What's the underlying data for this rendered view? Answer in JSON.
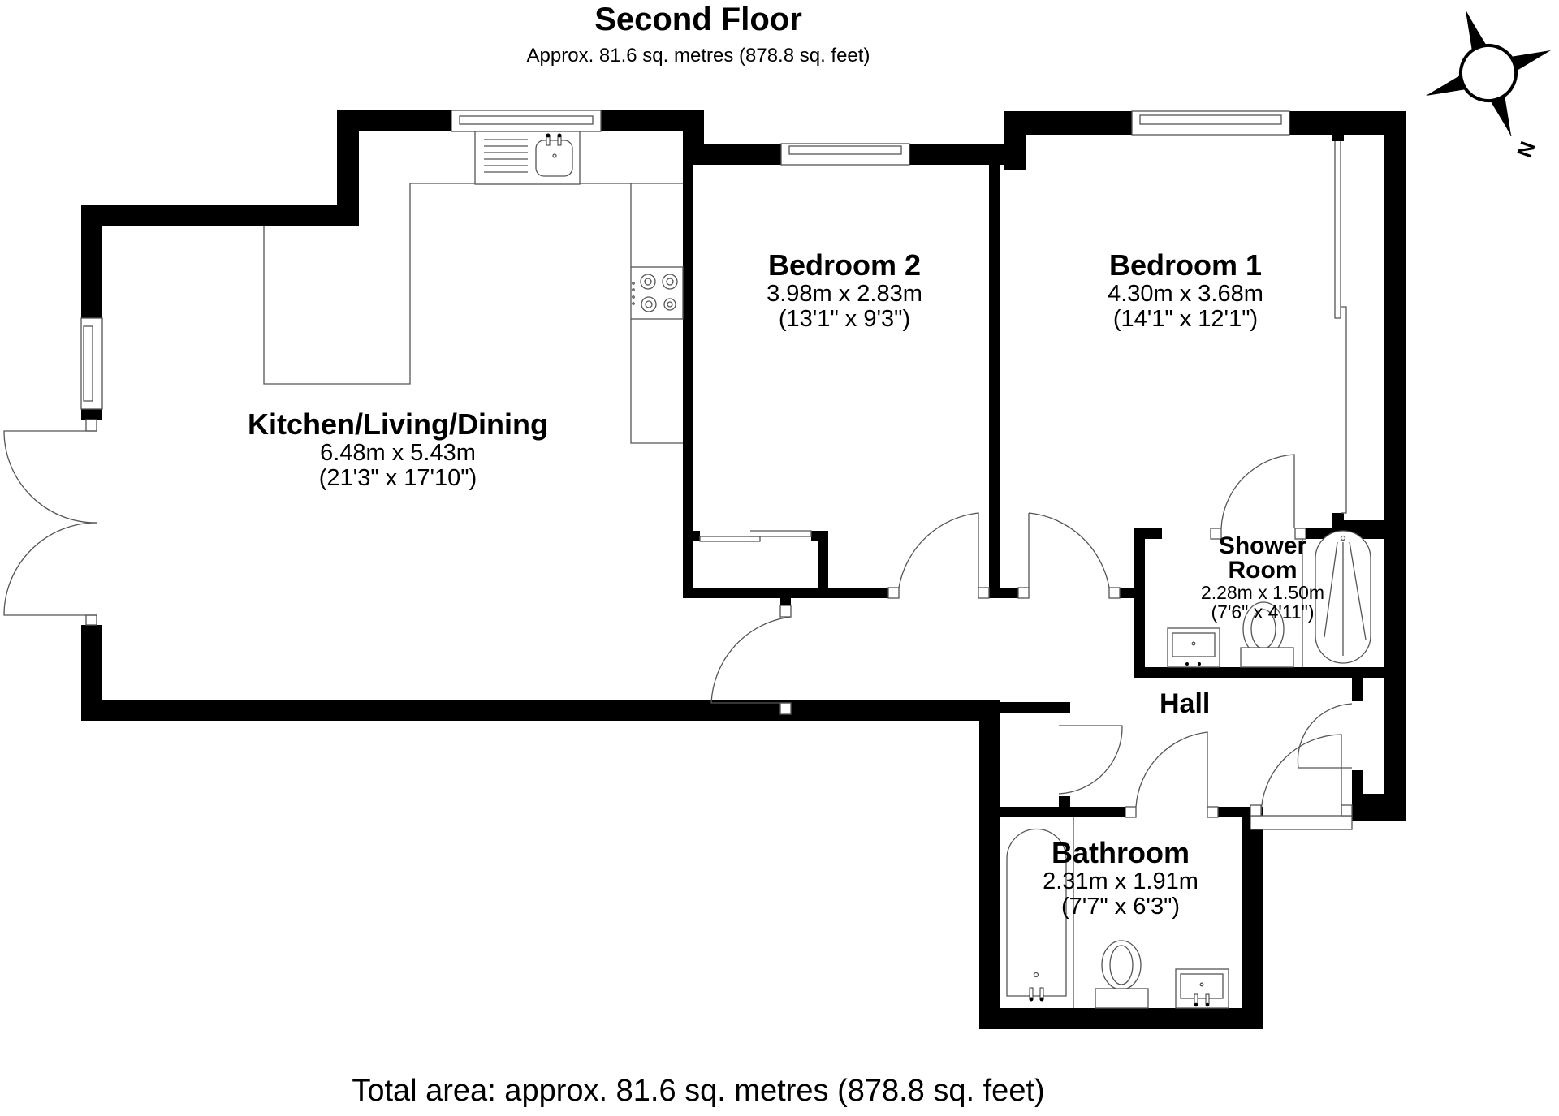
{
  "header": {
    "title": "Second Floor",
    "subtitle": "Approx. 81.6 sq. metres (878.8 sq. feet)"
  },
  "rooms": [
    {
      "name": "Kitchen/Living/Dining",
      "metric": "6.48m x 5.43m",
      "imperial": "(21'3\" x 17'10\")"
    },
    {
      "name": "Bedroom 2",
      "metric": "3.98m x 2.83m",
      "imperial": "(13'1\" x 9'3\")"
    },
    {
      "name": "Bedroom 1",
      "metric": "4.30m x 3.68m",
      "imperial": "(14'1\" x 12'1\")"
    },
    {
      "name_line1": "Shower",
      "name_line2": "Room",
      "metric": "2.28m x 1.50m",
      "imperial": "(7'6\" x 4'11\")"
    },
    {
      "name": "Hall"
    },
    {
      "name": "Bathroom",
      "metric": "2.31m x 1.91m",
      "imperial": "(7'7\" x 6'3\")"
    }
  ],
  "compass": {
    "icon": "compass-rose-icon",
    "north_label": "N"
  },
  "footer": {
    "total_area": "Total area: approx. 81.6 sq. metres (878.8 sq. feet)"
  },
  "colors": {
    "wall": "#000000",
    "fixture_stroke": "#555555",
    "background": "#ffffff"
  }
}
